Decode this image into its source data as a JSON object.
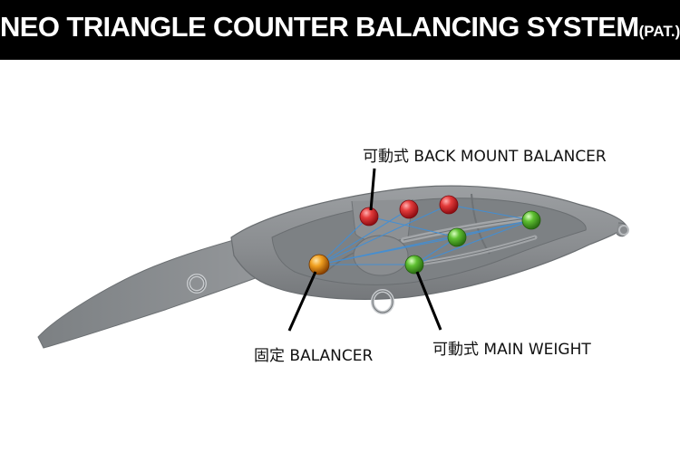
{
  "header": {
    "title": "NEO TRIANGLE COUNTER BALANCING SYSTEM",
    "title_suffix": "(PAT.)"
  },
  "labels": {
    "back_mount": "可動式 BACK MOUNT BALANCER",
    "fixed": "固定 BALANCER",
    "main_weight": "可動式 MAIN WEIGHT"
  },
  "colors": {
    "title_bar": "#000000",
    "lure_body": "#8b8f92",
    "ball_red": "#d8242b",
    "ball_green": "#56b92c",
    "ball_orange": "#e58a0c",
    "wire": "#3f8fd8"
  }
}
